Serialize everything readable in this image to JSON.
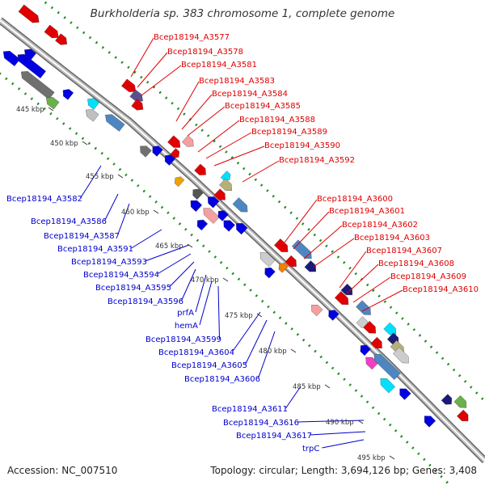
{
  "title": "Burkholderia sp. 383 chromosome 1, complete genome",
  "footer": {
    "accession": "Accession: NC_007510",
    "summary": "Topology: circular; Length: 3,694,126 bp; Genes: 3,408"
  },
  "colors": {
    "backbone": "#888888",
    "forward_label": "#dd0000",
    "reverse_label": "#0000cc",
    "tick": "#228b22"
  },
  "ticks": [
    "445 kbp",
    "450 kbp",
    "455 kbp",
    "460 kbp",
    "465 kbp",
    "470 kbp",
    "475 kbp",
    "480 kbp",
    "485 kbp",
    "490 kbp",
    "495 kbp"
  ],
  "forward_labels": [
    "Bcep18194_A3577",
    "Bcep18194_A3578",
    "Bcep18194_A3581",
    "Bcep18194_A3583",
    "Bcep18194_A3584",
    "Bcep18194_A3585",
    "Bcep18194_A3588",
    "Bcep18194_A3589",
    "Bcep18194_A3590",
    "Bcep18194_A3592",
    "Bcep18194_A3600",
    "Bcep18194_A3601",
    "Bcep18194_A3602",
    "Bcep18194_A3603",
    "Bcep18194_A3607",
    "Bcep18194_A3608",
    "Bcep18194_A3609",
    "Bcep18194_A3610"
  ],
  "reverse_labels": [
    "Bcep18194_A3582",
    "Bcep18194_A3586",
    "Bcep18194_A3587",
    "Bcep18194_A3591",
    "Bcep18194_A3593",
    "Bcep18194_A3594",
    "Bcep18194_A3595",
    "Bcep18194_A3596",
    "prfA",
    "hemA",
    "Bcep18194_A3599",
    "Bcep18194_A3604",
    "Bcep18194_A3605",
    "Bcep18194_A3606",
    "Bcep18194_A3611",
    "Bcep18194_A3616",
    "Bcep18194_A3617",
    "trpC"
  ]
}
